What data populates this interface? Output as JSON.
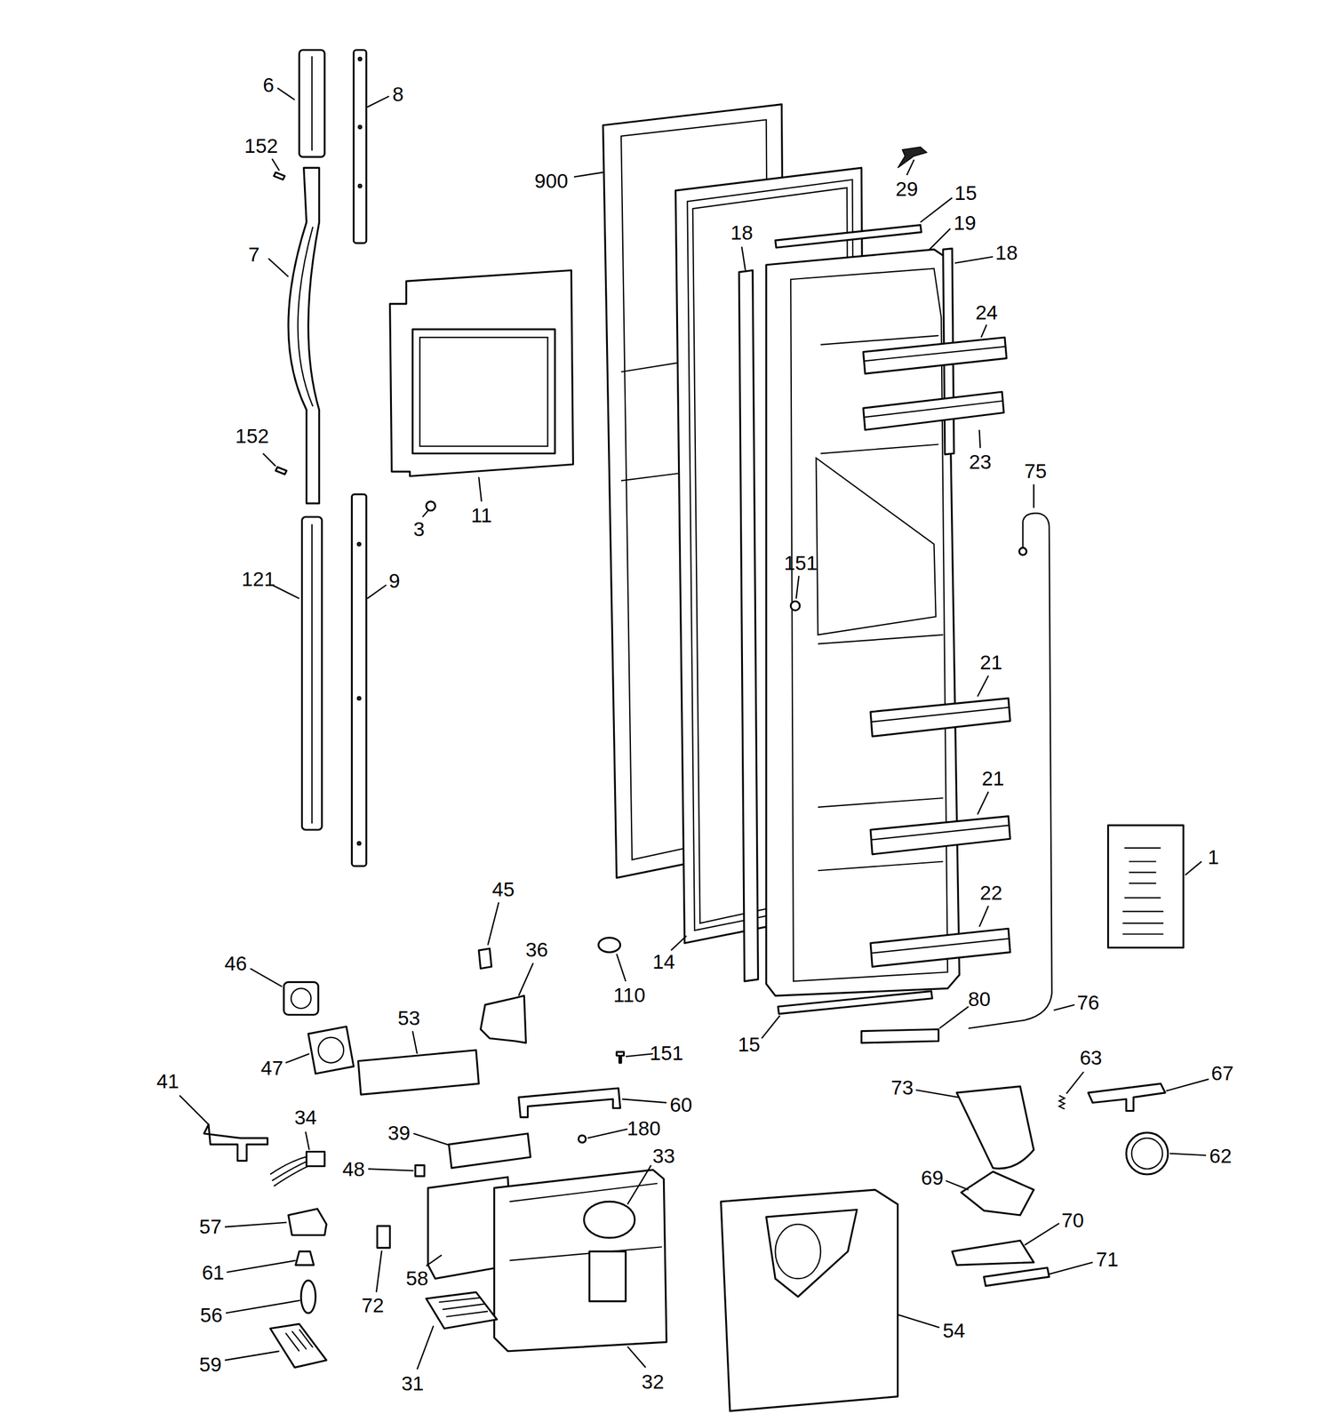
{
  "diagram": {
    "labels": [
      "6",
      "8",
      "152",
      "7",
      "900",
      "29",
      "15",
      "19",
      "18",
      "18",
      "24",
      "11",
      "152",
      "3",
      "23",
      "75",
      "121",
      "9",
      "151",
      "21",
      "21",
      "1",
      "45",
      "22",
      "36",
      "46",
      "14",
      "110",
      "80",
      "76",
      "53",
      "15",
      "151",
      "47",
      "41",
      "60",
      "34",
      "63",
      "67",
      "73",
      "180",
      "39",
      "33",
      "62",
      "48",
      "69",
      "70",
      "57",
      "71",
      "61",
      "58",
      "72",
      "56",
      "54",
      "59",
      "31",
      "32"
    ]
  }
}
